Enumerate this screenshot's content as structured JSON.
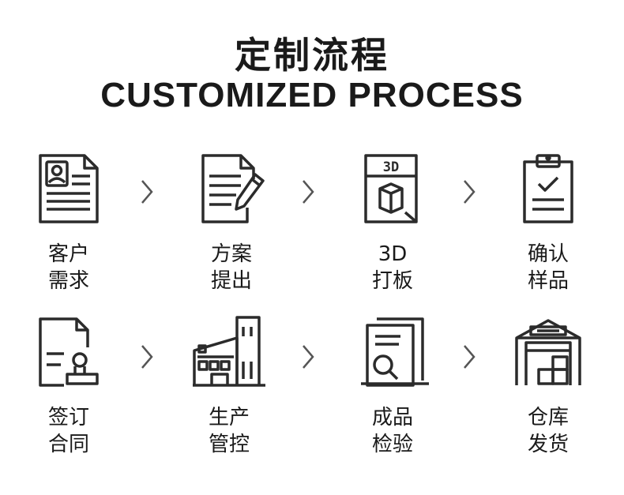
{
  "header": {
    "title_cn": "定制流程",
    "title_en": "CUSTOMIZED PROCESS"
  },
  "steps": [
    {
      "line1": "客户",
      "line2": "需求",
      "icon": "resume-document-icon"
    },
    {
      "line1": "方案",
      "line2": "提出",
      "icon": "document-pencil-icon"
    },
    {
      "line1": "3D",
      "line2": "打板",
      "icon": "3d-model-icon"
    },
    {
      "line1": "确认",
      "line2": "样品",
      "icon": "clipboard-check-icon"
    },
    {
      "line1": "签订",
      "line2": "合同",
      "icon": "contract-stamp-icon"
    },
    {
      "line1": "生产",
      "line2": "管控",
      "icon": "factory-icon"
    },
    {
      "line1": "成品",
      "line2": "检验",
      "icon": "inspection-magnifier-icon"
    },
    {
      "line1": "仓库",
      "line2": "发货",
      "icon": "warehouse-icon"
    }
  ],
  "colors": {
    "ink": "#2b2b2b",
    "arrow": "#555555",
    "background": "#ffffff"
  },
  "icon_labels": {
    "three_d": "3D"
  }
}
